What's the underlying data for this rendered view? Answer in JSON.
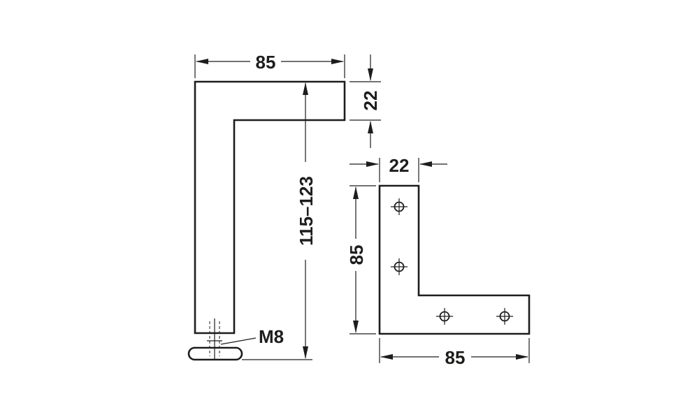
{
  "diagram": {
    "side_view": {
      "width_label": "85",
      "thickness_label": "22",
      "height_label": "115–123",
      "thread_label": "M8"
    },
    "plate_view": {
      "width_label": "22",
      "height_label": "85",
      "length_label": "85"
    }
  }
}
